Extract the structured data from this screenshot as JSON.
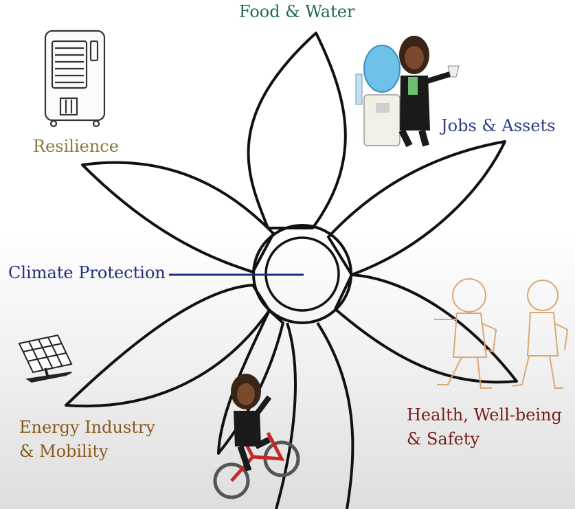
{
  "labels": {
    "food_water": "Food & Water",
    "jobs_assets": "Jobs & Assets",
    "resilience": "Resilience",
    "climate_protection": "Climate Protection",
    "health_line1": "Health, Well-being",
    "health_line2": "& Safety",
    "energy_line1": "Energy Industry",
    "energy_line2": "& Mobility"
  },
  "colors": {
    "food_water": "#1d6b53",
    "jobs_assets": "#2e3a86",
    "resilience": "#8b7a3a",
    "climate_protection": "#242c7a",
    "health": "#7b1d1d",
    "energy": "#8a5a1e",
    "outline": "#111111",
    "sketch": "#d9a877"
  },
  "icons": {
    "top_left": "air-cooler-icon",
    "top_right": "woman-at-water-cooler-illustration",
    "bottom_left": "solar-panel-icon",
    "bottom_center": "woman-on-bicycle-illustration",
    "bottom_right": "walking-children-sketch"
  }
}
